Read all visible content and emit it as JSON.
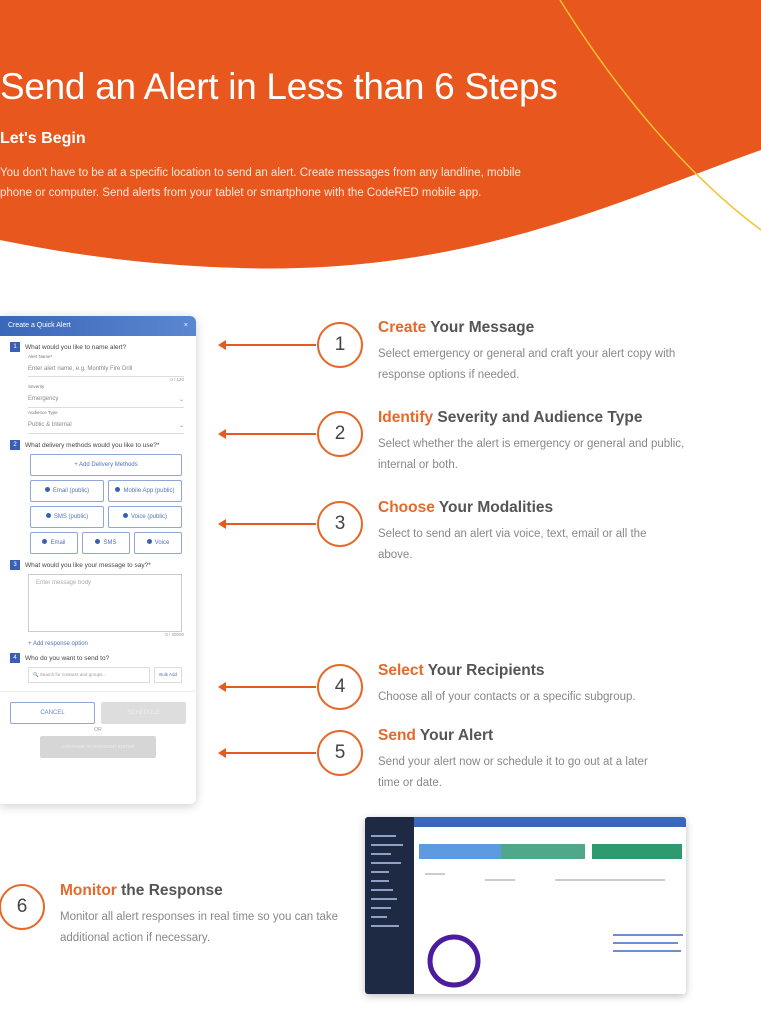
{
  "header": {
    "title": "Send an Alert in Less than 6 Steps",
    "subtitle": "Let's Begin",
    "intro": "You don't have to be at a specific location to send an alert. Create messages from any landline, mobile phone or computer. Send alerts from your tablet or smartphone with the CodeRED mobile app.",
    "colors": {
      "orange": "#E8581E",
      "yellow": "#F2C12E"
    }
  },
  "form": {
    "title": "Create a Quick Alert",
    "close": "×",
    "q1": "What would you like to name alert?",
    "alert_name_label": "Alert Name*",
    "alert_name_placeholder": "Enter alert name, e.g. Monthly Fire Drill",
    "counter1": "0 / 120",
    "severity_label": "Severity",
    "severity_value": "Emergency",
    "audience_label": "Audience Type",
    "audience_value": "Public & Internal",
    "q2": "What delivery methods would you like to use?*",
    "add_methods": "+ Add Delivery Methods",
    "methods": [
      "Email (public)",
      "Mobile App (public)",
      "SMS (public)",
      "Voice (public)",
      "Email",
      "SMS",
      "Voice"
    ],
    "q3": "What would you like your message to say?*",
    "message_placeholder": "Enter message body",
    "counter2": "0 / 30000",
    "add_response": "+ Add response option",
    "q4": "Who do you want to send to?",
    "search_placeholder": "Search for contacts and groups...",
    "bulk_add": "Bulk Add",
    "cancel": "CANCEL",
    "next": "SCHEDULE",
    "or": "OR",
    "continue": "CONTINUE IN ADVANCED EDITOR"
  },
  "steps": [
    {
      "num": "1",
      "key": "Create",
      "rest": " Your Message",
      "desc": "Select emergency or general and craft your alert copy with response options if needed."
    },
    {
      "num": "2",
      "key": "Identify",
      "rest": " Severity and Audience Type",
      "desc": "Select whether the alert is emergency or general and public, internal or both."
    },
    {
      "num": "3",
      "key": "Choose",
      "rest": " Your Modalities",
      "desc": "Select to send an alert via voice, text, email or all the above."
    },
    {
      "num": "4",
      "key": "Select",
      "rest": " Your Recipients",
      "desc": "Choose all of your contacts or a specific subgroup."
    },
    {
      "num": "5",
      "key": "Send",
      "rest": " Your Alert",
      "desc": "Send your alert now or schedule it to go out at a later time or date."
    },
    {
      "num": "6",
      "key": "Monitor",
      "rest": " the Response",
      "desc": "Monitor all alert responses in real time so you can take additional action if necessary."
    }
  ]
}
